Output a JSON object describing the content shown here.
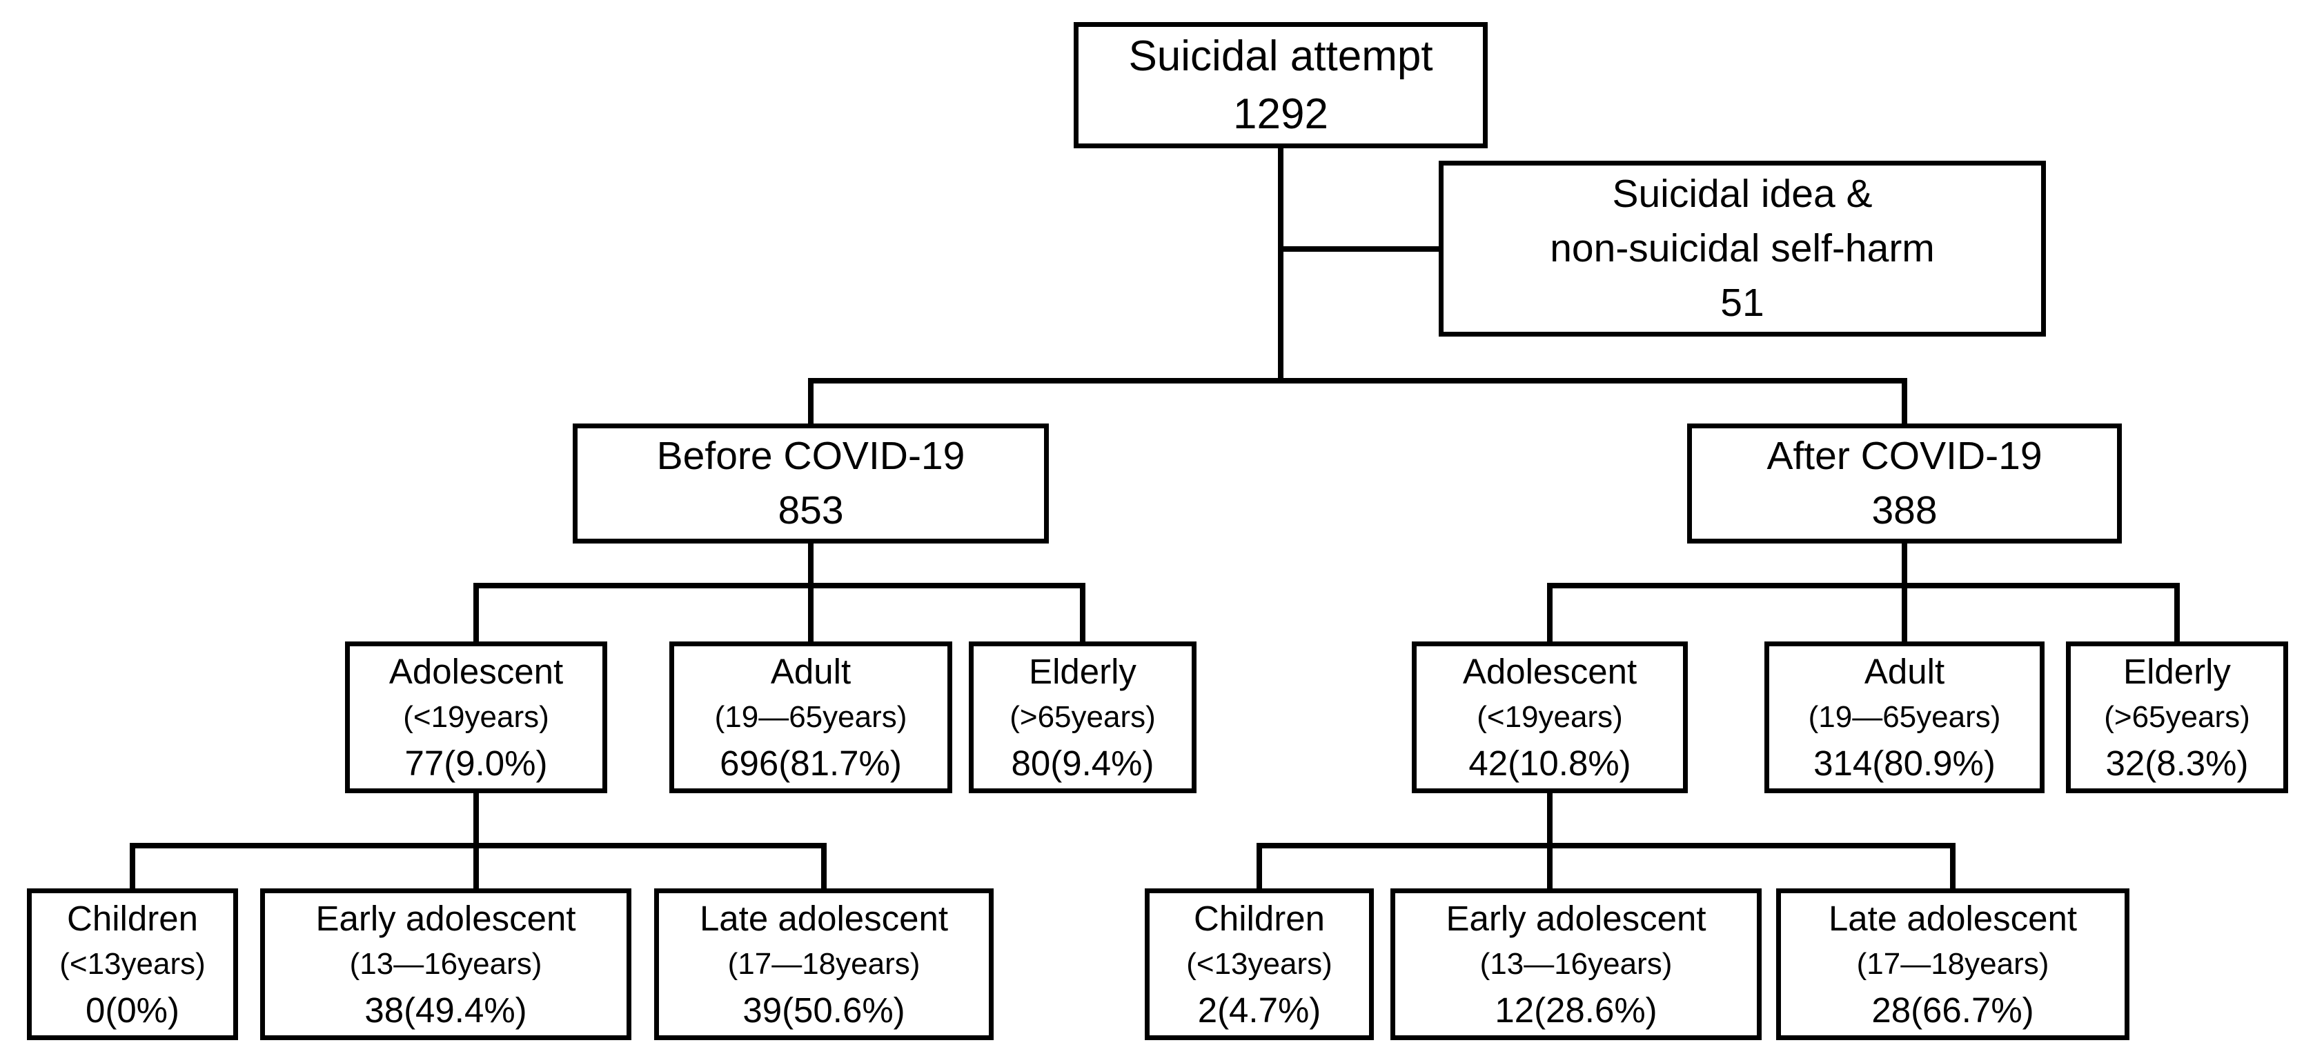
{
  "colors": {
    "line": "#000000",
    "background": "#ffffff",
    "text": "#000000"
  },
  "nodes": {
    "root": {
      "lines": [
        "Suicidal attempt",
        "1292"
      ]
    },
    "excluded": {
      "lines": [
        "Suicidal idea &",
        "non-suicidal self-harm",
        "51"
      ]
    },
    "before": {
      "lines": [
        "Before COVID-19",
        "853"
      ]
    },
    "after": {
      "lines": [
        "After COVID-19",
        "388"
      ]
    },
    "before_adolescent": {
      "lines": [
        "Adolescent",
        "(<19years)",
        "77(9.0%)"
      ]
    },
    "before_adult": {
      "lines": [
        "Adult",
        "(19—65years)",
        "696(81.7%)"
      ]
    },
    "before_elderly": {
      "lines": [
        "Elderly",
        "(>65years)",
        "80(9.4%)"
      ]
    },
    "before_children": {
      "lines": [
        "Children",
        "(<13years)",
        "0(0%)"
      ]
    },
    "before_early": {
      "lines": [
        "Early adolescent",
        "(13—16years)",
        "38(49.4%)"
      ]
    },
    "before_late": {
      "lines": [
        "Late adolescent",
        "(17—18years)",
        "39(50.6%)"
      ]
    },
    "after_adolescent": {
      "lines": [
        "Adolescent",
        "(<19years)",
        "42(10.8%)"
      ]
    },
    "after_adult": {
      "lines": [
        "Adult",
        "(19—65years)",
        "314(80.9%)"
      ]
    },
    "after_elderly": {
      "lines": [
        "Elderly",
        "(>65years)",
        "32(8.3%)"
      ]
    },
    "after_children": {
      "lines": [
        "Children",
        "(<13years)",
        "2(4.7%)"
      ]
    },
    "after_early": {
      "lines": [
        "Early adolescent",
        "(13—16years)",
        "12(28.6%)"
      ]
    },
    "after_late": {
      "lines": [
        "Late adolescent",
        "(17—18years)",
        "28(66.7%)"
      ]
    }
  }
}
